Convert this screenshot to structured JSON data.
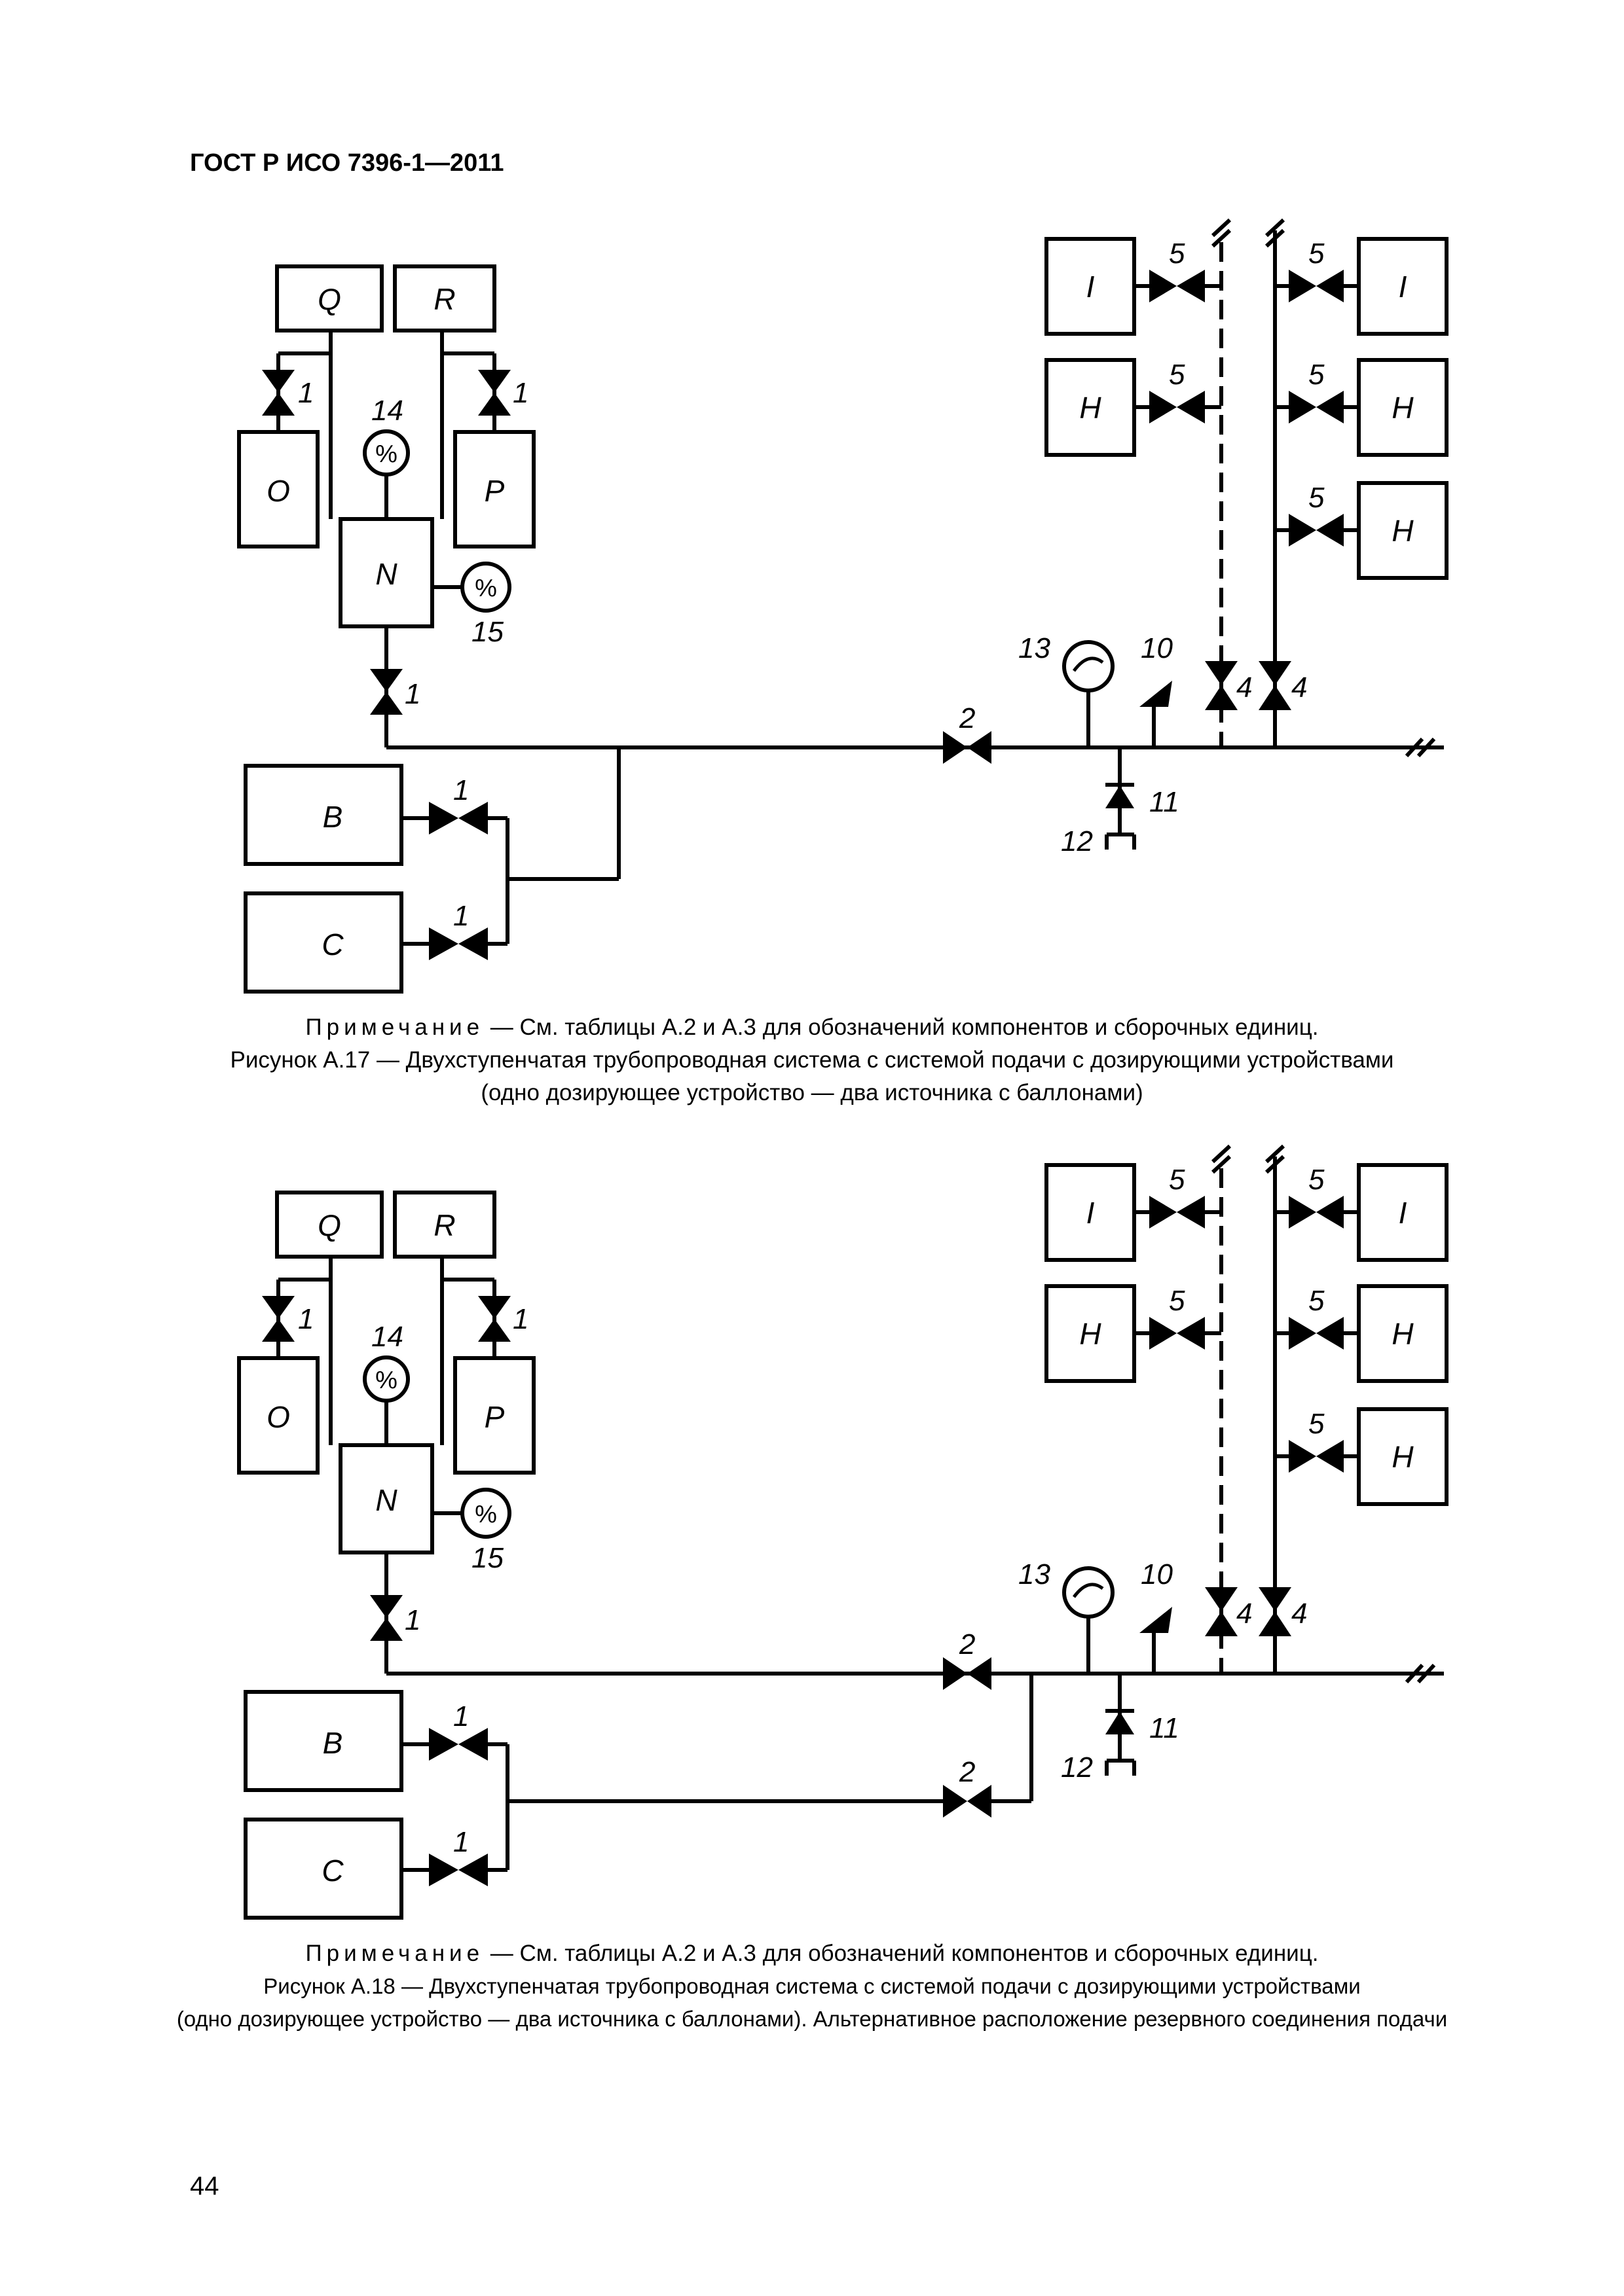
{
  "header": "ГОСТ Р ИСО 7396-1—2011",
  "page_number": "44",
  "figures": [
    {
      "note_word": "Примечание",
      "note_rest": " — См. таблицы А.2 и А.3 для обозначений компонентов и сборочных единиц.",
      "caption_lines": [
        "Рисунок А.17 — Двухступенчатая трубопроводная система с системой подачи с дозирующими устройствами",
        "(одно дозирующее устройство — два источника с баллонами)"
      ]
    },
    {
      "note_word": "Примечание",
      "note_rest": " — См. таблицы А.2 и А.3 для обозначений компонентов и сборочных единиц.",
      "caption_lines": [
        "Рисунок А.18 — Двухступенчатая трубопроводная система с системой подачи с дозирующими устройствами",
        "(одно дозирующее устройство — два источника с баллонами). Альтернативное расположение резервного соединения подачи"
      ]
    }
  ],
  "labels": {
    "Q": "Q",
    "R": "R",
    "O": "O",
    "P": "P",
    "N": "N",
    "B": "B",
    "C": "C",
    "I": "I",
    "H": "H",
    "pct": "%",
    "n1": "1",
    "n2": "2",
    "n4": "4",
    "n5": "5",
    "n10": "10",
    "n11": "11",
    "n12": "12",
    "n13": "13",
    "n14": "14",
    "n15": "15"
  }
}
